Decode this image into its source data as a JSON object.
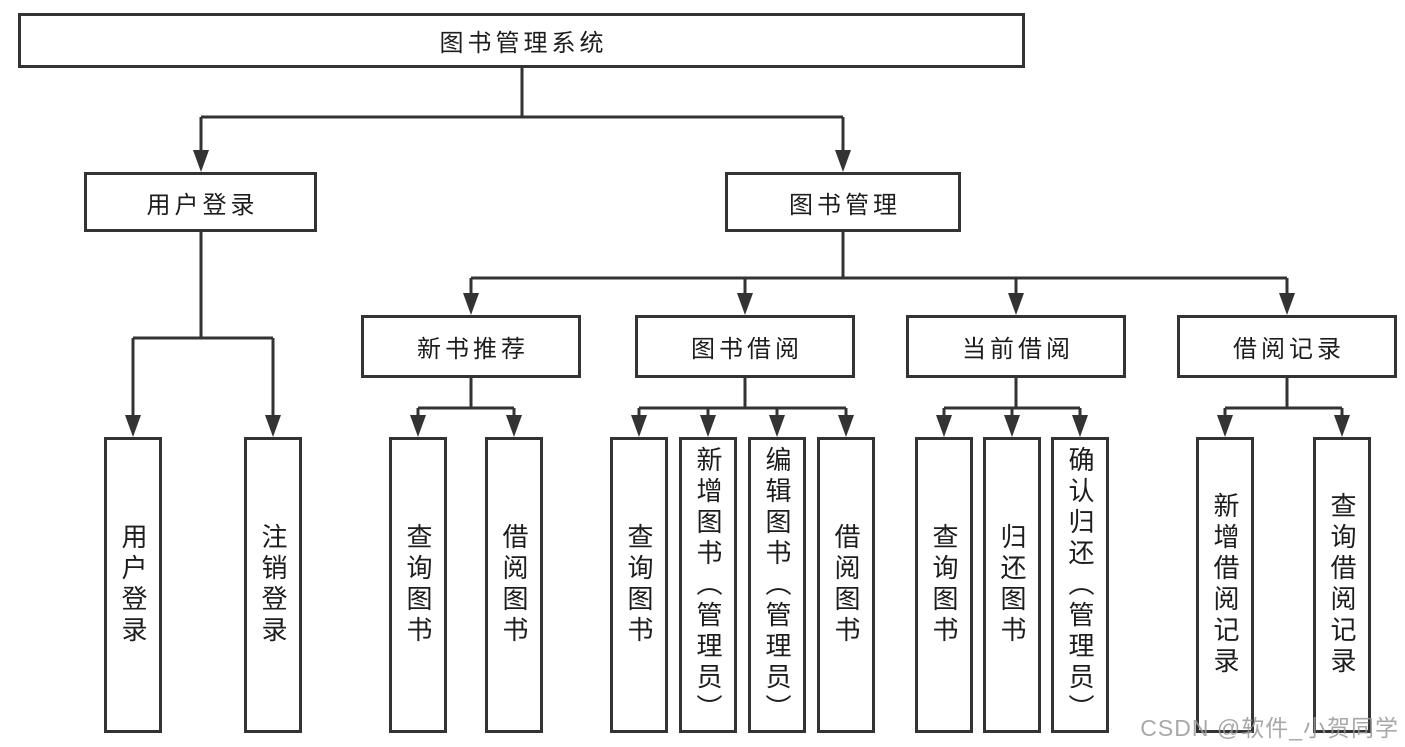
{
  "diagram": {
    "type": "hierarchy-tree",
    "colors": {
      "background": "#ffffff",
      "box_border": "#333333",
      "connector_line": "#333333",
      "text": "#1d1d1d",
      "watermark_text": "#9a9a9a"
    },
    "root": {
      "label": "图书管理系统"
    },
    "level2": [
      {
        "label": "用户登录"
      },
      {
        "label": "图书管理"
      }
    ],
    "level3": [
      {
        "label": "新书推荐"
      },
      {
        "label": "图书借阅"
      },
      {
        "label": "当前借阅"
      },
      {
        "label": "借阅记录"
      }
    ],
    "leaves": {
      "user_login": [
        {
          "label": "用户登录"
        },
        {
          "label": "注销登录"
        }
      ],
      "new_book_recommend": [
        {
          "label": "查询图书"
        },
        {
          "label": "借阅图书"
        }
      ],
      "book_borrow": [
        {
          "label": "查询图书"
        },
        {
          "label": "新增图书（管理员）"
        },
        {
          "label": "编辑图书（管理员）"
        },
        {
          "label": "借阅图书"
        }
      ],
      "current_borrow": [
        {
          "label": "查询图书"
        },
        {
          "label": "归还图书"
        },
        {
          "label": "确认归还（管理员）"
        }
      ],
      "borrow_records": [
        {
          "label": "新增借阅记录"
        },
        {
          "label": "查询借阅记录"
        }
      ]
    }
  },
  "watermark": "CSDN @软件_小贺同学"
}
